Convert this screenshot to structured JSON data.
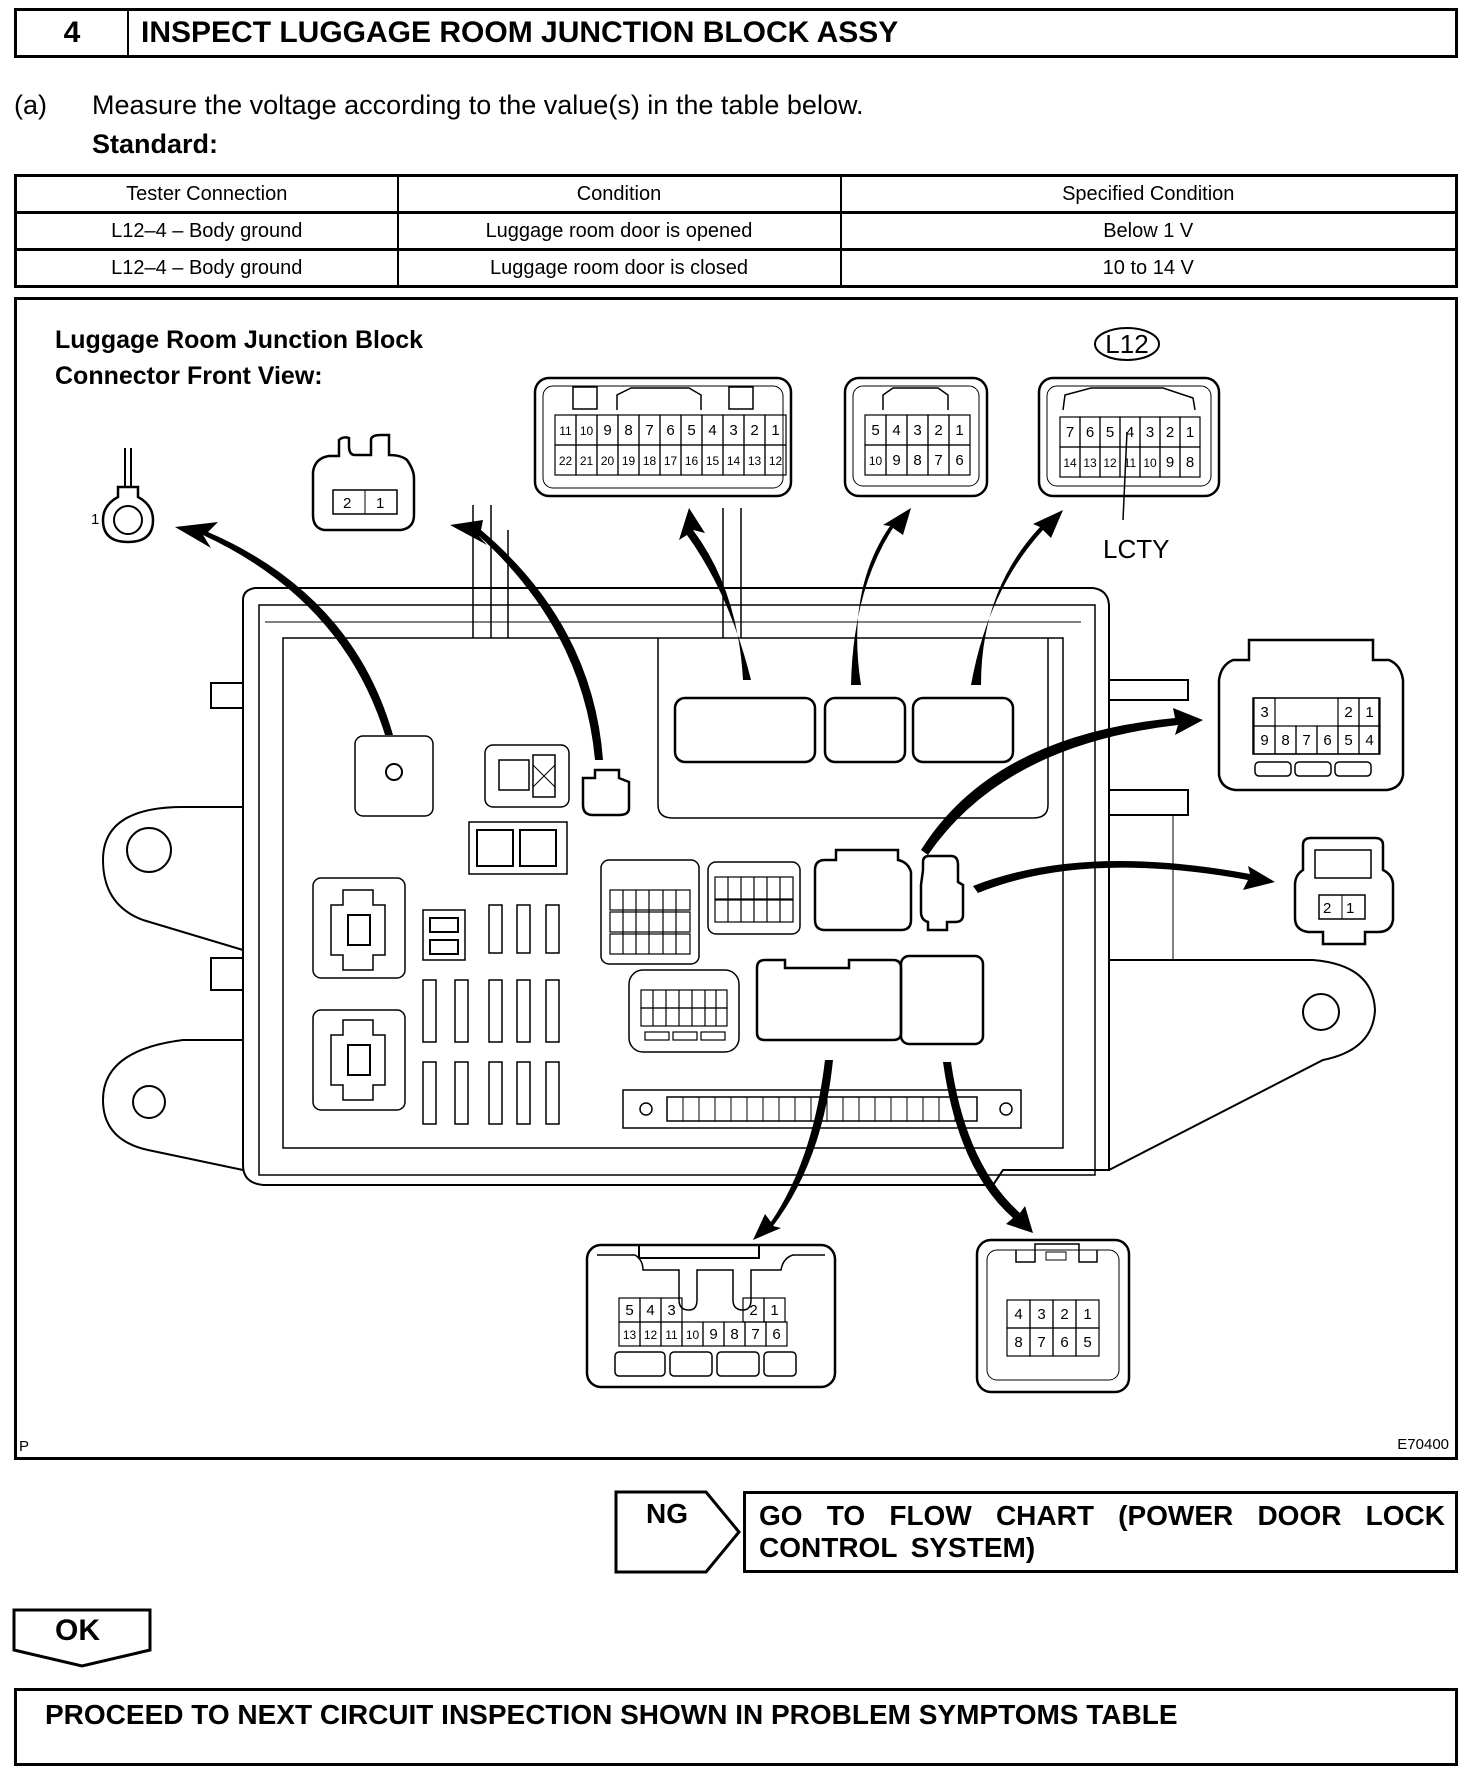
{
  "step": {
    "number": "4",
    "title": "INSPECT LUGGAGE ROOM JUNCTION BLOCK ASSY"
  },
  "instruction": {
    "label": "(a)",
    "text": "Measure the voltage according to the value(s) in the table below.",
    "standard_label": "Standard:"
  },
  "spec_table": {
    "headers": [
      "Tester Connection",
      "Condition",
      "Specified Condition"
    ],
    "rows": [
      [
        "L12–4 – Body ground",
        "Luggage room door is opened",
        "Below 1 V"
      ],
      [
        "L12–4 – Body ground",
        "Luggage room door is closed",
        "10 to 14 V"
      ]
    ]
  },
  "diagram": {
    "caption_line1": "Luggage Room Junction Block",
    "caption_line2": "Connector Front View:",
    "connector_id": "L12",
    "terminal_label": "LCTY",
    "ground_terminal_pin": "1",
    "figure_corner": "P",
    "figure_id": "E70400",
    "connectors": {
      "two_pin_left": {
        "pins": [
          "2",
          "1"
        ]
      },
      "twenty_two_pin": {
        "row1": [
          "11",
          "10",
          "9",
          "8",
          "7",
          "6",
          "5",
          "4",
          "3",
          "2",
          "1"
        ],
        "row2": [
          "22",
          "21",
          "20",
          "19",
          "18",
          "17",
          "16",
          "15",
          "14",
          "13",
          "12"
        ]
      },
      "ten_pin": {
        "row1": [
          "5",
          "4",
          "3",
          "2",
          "1"
        ],
        "row2": [
          "10",
          "9",
          "8",
          "7",
          "6"
        ]
      },
      "l12_fourteen_pin": {
        "row1": [
          "7",
          "6",
          "5",
          "4",
          "3",
          "2",
          "1"
        ],
        "row2": [
          "14",
          "13",
          "12",
          "11",
          "10",
          "9",
          "8"
        ]
      },
      "nine_pin_right": {
        "row1": [
          "3",
          "2",
          "1"
        ],
        "row2": [
          "9",
          "8",
          "7",
          "6",
          "5",
          "4"
        ]
      },
      "two_pin_right": {
        "pins": [
          "2",
          "1"
        ]
      },
      "thirteen_pin_bottom": {
        "row1": [
          "5",
          "4",
          "3",
          "2",
          "1"
        ],
        "row2": [
          "13",
          "12",
          "11",
          "10",
          "9",
          "8",
          "7",
          "6"
        ]
      },
      "eight_pin_bottom": {
        "row1": [
          "4",
          "3",
          "2",
          "1"
        ],
        "row2": [
          "8",
          "7",
          "6",
          "5"
        ]
      }
    }
  },
  "ng": {
    "label": "NG",
    "action": "GO TO FLOW CHART (POWER DOOR LOCK CONTROL SYSTEM)"
  },
  "ok": {
    "label": "OK"
  },
  "next_step": "PROCEED TO NEXT CIRCUIT INSPECTION SHOWN IN PROBLEM SYMPTOMS TABLE"
}
